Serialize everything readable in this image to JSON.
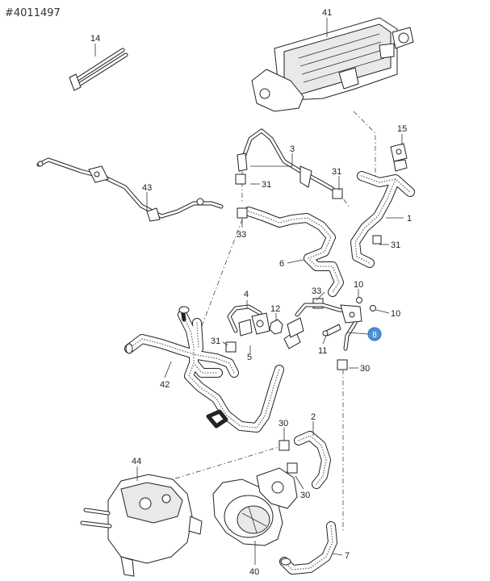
{
  "document_id": "#4011497",
  "callouts": {
    "c41": "41",
    "c14": "14",
    "c15": "15",
    "c3": "3",
    "c31a": "31",
    "c31b": "31",
    "c43": "43",
    "c33a": "33",
    "c1": "1",
    "c31c": "31",
    "c6": "6",
    "c33b": "33",
    "c10a": "10",
    "c10b": "10",
    "c4": "4",
    "c12": "12",
    "c31d": "31",
    "c5": "5",
    "c11": "11",
    "c8": "8",
    "c42": "42",
    "c30a": "30",
    "c30b": "30",
    "c2": "2",
    "c44": "44",
    "c30c": "30",
    "c40": "40",
    "c7": "7"
  },
  "highlight": {
    "color": "#4a90d9"
  }
}
